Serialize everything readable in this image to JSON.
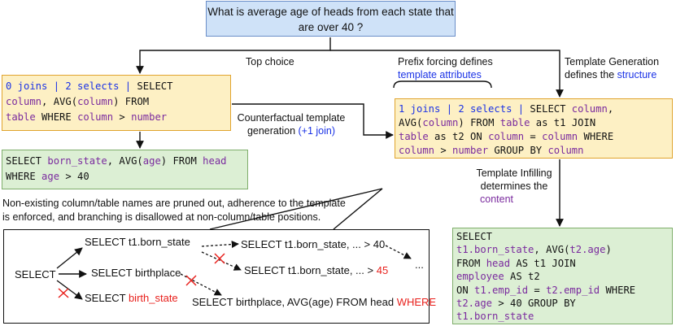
{
  "question": {
    "line1": "What is average age of heads from each state that",
    "line2": "are over 40 ?"
  },
  "labels": {
    "top_choice": "Top choice",
    "prefix_forcing_line1": "Prefix forcing defines",
    "prefix_forcing_line2": "template attributes",
    "template_generation_line1": "Template Generation",
    "template_generation_line2a": "defines the ",
    "template_generation_line2b": "structure",
    "counterfactual_line1": "Counterfactual template",
    "counterfactual_line2a": "generation ",
    "counterfactual_line2b": "(+1 join)",
    "infilling_line1": "Template Infilling",
    "infilling_line2": "determines the",
    "infilling_line3": "content",
    "pruning_line1": "Non-existing column/table names are pruned out, adherence to the template",
    "pruning_line2": "is enforced, and branching is disallowed at non-column/table positions."
  },
  "template0": {
    "meta": "0 joins | 2 selects |",
    "kw_select": " SELECT",
    "column1": "column",
    "avg_a": ", AVG(",
    "column2": "column",
    "avg_b": ") FROM",
    "table": "table",
    "where": " WHERE ",
    "column3": "column",
    "gt": " > ",
    "number": "number"
  },
  "query0": {
    "select": "SELECT ",
    "born_state": "born_state",
    "avg_a": ", AVG(",
    "age": "age",
    "from": ") FROM ",
    "head": "head",
    "where": "WHERE ",
    "age2": "age",
    "gt": " > 40"
  },
  "template1": {
    "meta": "1 joins | 2 selects |",
    "select": " SELECT ",
    "column1": "column",
    "comma": ",",
    "avg": "AVG(",
    "column2": "column",
    "from": ") FROM ",
    "table1": "table",
    "as_t1": " as t1 JOIN",
    "table2": "table",
    "as_t2": " as t2 ON ",
    "column3": "column",
    "eq": " = ",
    "column4": "column",
    "where": " WHERE",
    "column5": "column",
    "gt": " > ",
    "number": "number",
    "group_by": " GROUP BY ",
    "column6": "column"
  },
  "query1": {
    "select": "SELECT",
    "t1_born_state": "t1.born_state",
    "avg_a": ", AVG(",
    "t2_age": "t2.age",
    "close": ")",
    "from": "FROM ",
    "head": "head",
    "as_t1": " AS t1 JOIN",
    "employee": "employee",
    "as_t2": " AS t2",
    "on": "ON ",
    "t1_emp_id": "t1.emp_id",
    "eq": " = ",
    "t2_emp_id": "t2.emp_id",
    "where": " WHERE",
    "gt": " > 40 GROUP BY",
    "t1_born_state2": "t1.born_state"
  },
  "tree": {
    "root": "SELECT",
    "branch1": "SELECT t1.born_state",
    "branch2": "SELECT birthplace",
    "branch3_prefix": "SELECT ",
    "branch3_red": "birth_state",
    "leaf1": "SELECT t1.born_state, ... > 40",
    "leaf2_prefix": "SELECT t1.born_state, ... > ",
    "leaf2_red": "45",
    "ellipsis": "...",
    "leaf3_prefix": "SELECT birthplace, AVG(age) FROM head ",
    "leaf3_red": "WHERE"
  },
  "colors": {
    "question_fill": "#cfe2f8",
    "question_border": "#6a8ec8",
    "template_fill": "#fdf0c4",
    "template_border": "#e0a42e",
    "query_fill": "#dcefd4",
    "query_border": "#7fae6b",
    "blue": "#1a32e6",
    "purple": "#7a2a9e",
    "red": "#e8211d"
  }
}
